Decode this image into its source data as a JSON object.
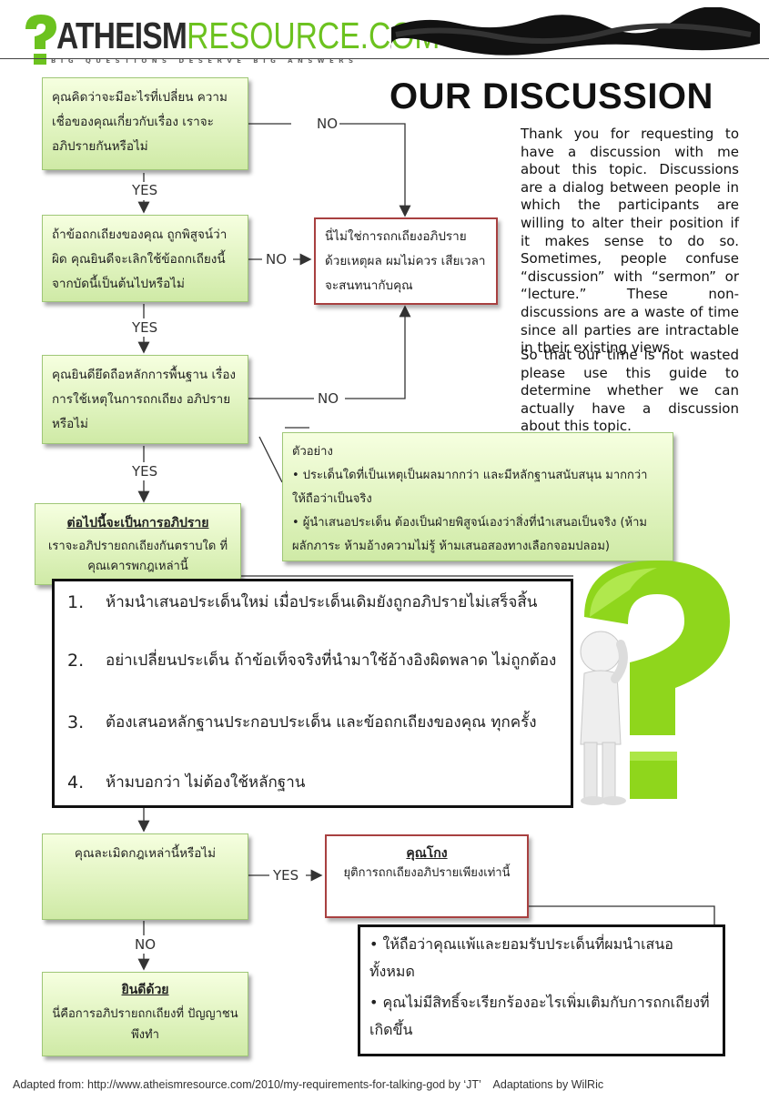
{
  "header": {
    "logo_text_bold": "ATHEISM",
    "logo_text_light": "RESOURCE.COM",
    "tagline": "B I G   Q U E S T I O N S   D E S E R V E   B I G   A N S W E R S",
    "page_title": "OUR DISCUSSION"
  },
  "intro": {
    "paragraph_1": "Thank you for requesting to have a discussion with me about this topic. Discussions are a dialog between people in which the participants are willing to alter their position if it makes sense to do so. Sometimes, people confuse “discussion” with “sermon” or “lecture.” These non-discussions are a waste of time since all parties are intractable in their existing views.",
    "paragraph_2": "So that our time is not wasted please use this guide to determine whether we can actually have a discussion about this topic."
  },
  "flow": {
    "q1": "คุณคิดว่าจะมีอะไรที่เปลี่ยน ความเชื่อของคุณเกี่ยวกับเรื่อง เราจะอภิปรายกันหรือไม่",
    "q2": "ถ้าข้อถกเถียงของคุณ ถูกพิสูจน์ว่า ผิด คุณยินดีจะเลิกใช้ข้อถกเถียงนี้ จากบัดนี้เป็นต้นไปหรือไม่",
    "q3": "คุณยินดียึดถือหลักการพื้นฐาน เรื่องการใช้เหตุในการถกเถียง อภิปรายหรือไม่",
    "not_discussion": "นี่ไม่ใช่การถกเถียงอภิปราย ด้วยเหตุผล ผมไม่ควร เสียเวลาจะสนทนากับคุณ",
    "example_title": "ตัวอย่าง",
    "example_1": "• ประเด็นใดที่เป็นเหตุเป็นผลมากกว่า และมีหลักฐานสนับสนุน มากกว่า ให้ถือว่าเป็นจริง",
    "example_2": "• ผู้นำเสนอประเด็น ต้องเป็นฝ่ายพิสูจน์เองว่าสิ่งที่นำเสนอเป็นจริง (ห้ามผลักภาระ ห้ามอ้างความไม่รู้ ห้ามเสนอสองทางเลือกจอมปลอม)",
    "start_title": "ต่อไปนี้จะเป็นการอภิปราย",
    "start_body": "เราจะอภิปรายถกเถียงกันตราบใด ที่คุณเคารพกฎเหล่านี้",
    "q4": "คุณละเมิดกฎเหล่านี้หรือไม่",
    "cheat_title": "คุณโกง",
    "cheat_body": "ยุติการถกเถียงอภิปรายเพียงเท่านี้",
    "cheat_1": "• ให้ถือว่าคุณแพ้และยอมรับประเด็นที่ผมนำเสนอทั้งหมด",
    "cheat_2": "• คุณไม่มีสิทธิ์จะเรียกร้องอะไรเพิ่มเติมกับการถกเถียงที่เกิดขึ้น",
    "congrats_title": "ยินดีด้วย",
    "congrats_body": "นี่คือการอภิปรายถกเถียงที่ ปัญญาชนพึงทำ"
  },
  "labels": {
    "yes": "YES",
    "no": "NO"
  },
  "rules": [
    {
      "num": "1.",
      "text": "ห้ามนำเสนอประเด็นใหม่ เมื่อประเด็นเดิมยังถูกอภิปรายไม่เสร็จสิ้น"
    },
    {
      "num": "2.",
      "text": "อย่าเปลี่ยนประเด็น ถ้าข้อเท็จจริงที่นำมาใช้อ้างอิงผิดพลาด ไม่ถูกต้อง"
    },
    {
      "num": "3.",
      "text": "ต้องเสนอหลักฐานประกอบประเด็น และข้อถกเถียงของคุณ ทุกครั้ง"
    },
    {
      "num": "4.",
      "text": "ห้ามบอกว่า ไม่ต้องใช้หลักฐาน"
    }
  ],
  "footer": {
    "credit": "Adapted from: http://www.atheismresource.com/2010/my-requirements-for-talking-god by ‘JT’    Adaptations by WilRic"
  },
  "colors": {
    "green_box": "#cfeaa6",
    "logo_green": "#6cc21f",
    "question_mark_green": "#8fd61c",
    "red_border": "#a84040"
  }
}
